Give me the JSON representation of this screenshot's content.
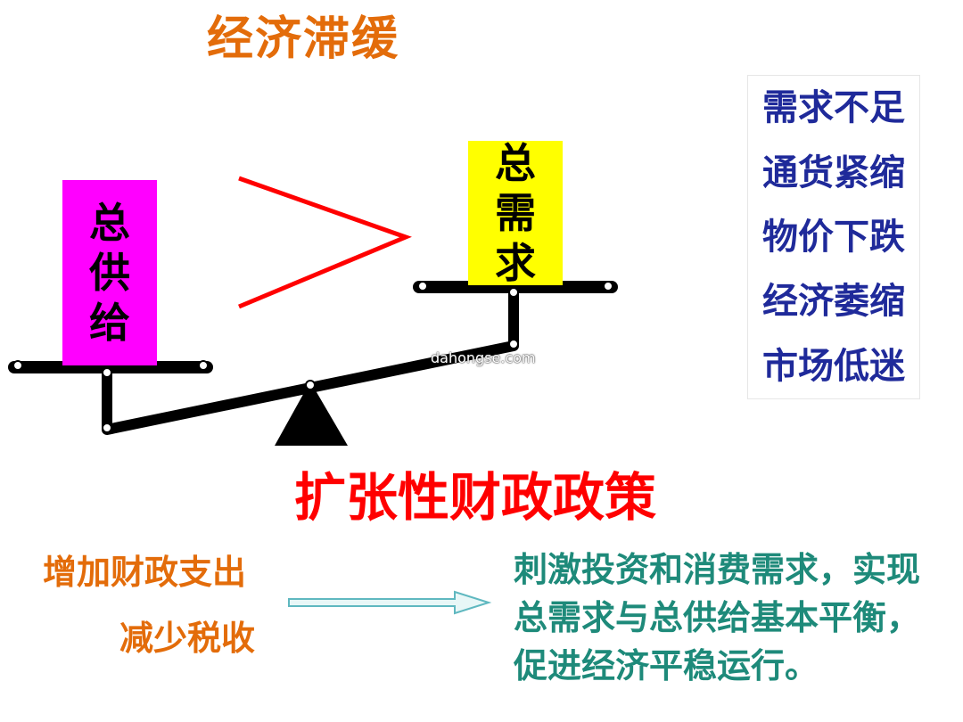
{
  "title": "经济滞缓",
  "supply_box": {
    "chars": [
      "总",
      "供",
      "给"
    ],
    "color": "#ff00ff"
  },
  "demand_box": {
    "chars": [
      "总",
      "需",
      "求"
    ],
    "color": "#ffff00"
  },
  "comparison_symbol": ">",
  "symptoms": [
    "需求不足",
    "通货紧缩",
    "物价下跌",
    "经济萎缩",
    "市场低迷"
  ],
  "policy_title": "扩张性财政政策",
  "measures": [
    "增加财政支出",
    "减少税收"
  ],
  "result_text": "刺激投资和消费需求，实现总需求与总供给基本平衡，促进经济平稳运行。",
  "watermark": "dahongse.com",
  "colors": {
    "title": "#e36c0a",
    "symptoms": "#1f2a9a",
    "policy": "#ff0000",
    "result": "#1e8a7a",
    "arrow": "#5fb8c0"
  }
}
